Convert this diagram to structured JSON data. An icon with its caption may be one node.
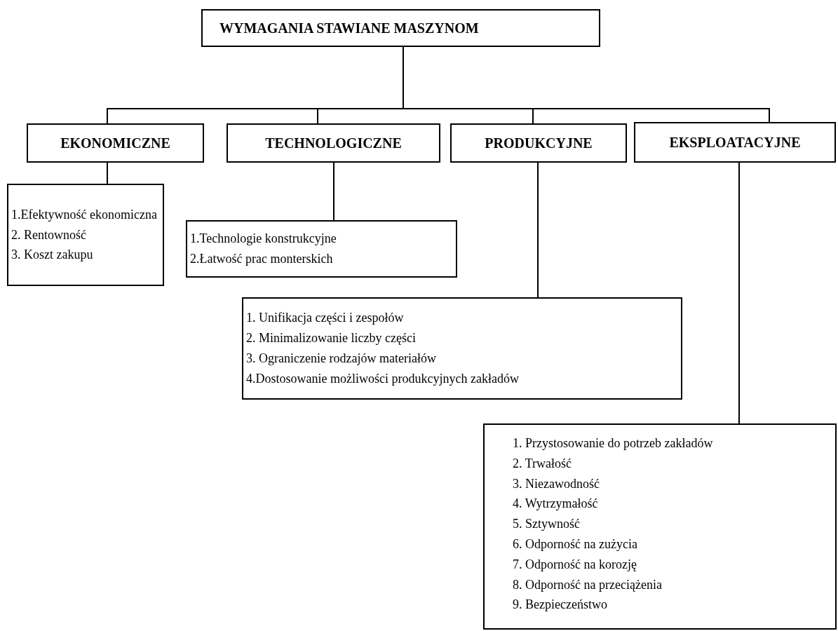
{
  "diagram": {
    "nodes": [
      {
        "text": [
          "WYMAGANIA STAWIANE MASZYNOM"
        ]
      },
      {
        "text": [
          "EKONOMICZNE"
        ]
      },
      {
        "text": [
          "TECHNOLOGICZNE"
        ]
      },
      {
        "text": [
          "PRODUKCYJNE"
        ]
      },
      {
        "text": [
          "EKSPLOATACYJNE"
        ]
      },
      {
        "text": [
          "1.Efektywność ekonomiczna",
          "2. Rentowność",
          "3. Koszt zakupu"
        ]
      },
      {
        "text": [
          "1.Technologie konstrukcyjne",
          "2.Łatwość prac monterskich"
        ]
      },
      {
        "text": [
          "1. Unifikacja części i zespołów",
          "2. Minimalizowanie liczby części",
          "3. Ograniczenie rodzajów materiałów",
          "4.Dostosowanie możliwości produkcyjnych zakładów"
        ]
      },
      {
        "text": [
          "1. Przystosowanie do potrzeb zakładów",
          "2. Trwałość",
          "3. Niezawodność",
          "4. Wytrzymałość",
          "5. Sztywność",
          "6. Odporność na zużycia",
          "7. Odporność na korozję",
          "8. Odporność na przeciążenia",
          "9. Bezpieczeństwo"
        ]
      }
    ],
    "edges": [
      {
        "from": 0,
        "to": 1,
        "arrow": "none"
      },
      {
        "from": 0,
        "to": 2,
        "arrow": "none"
      },
      {
        "from": 0,
        "to": 3,
        "arrow": "none"
      },
      {
        "from": 0,
        "to": 4,
        "arrow": "none"
      },
      {
        "from": 1,
        "to": 5,
        "arrow": "none"
      },
      {
        "from": 2,
        "to": 6,
        "arrow": "none"
      },
      {
        "from": 3,
        "to": 7,
        "arrow": "none"
      },
      {
        "from": 4,
        "to": 8,
        "arrow": "none"
      }
    ]
  }
}
